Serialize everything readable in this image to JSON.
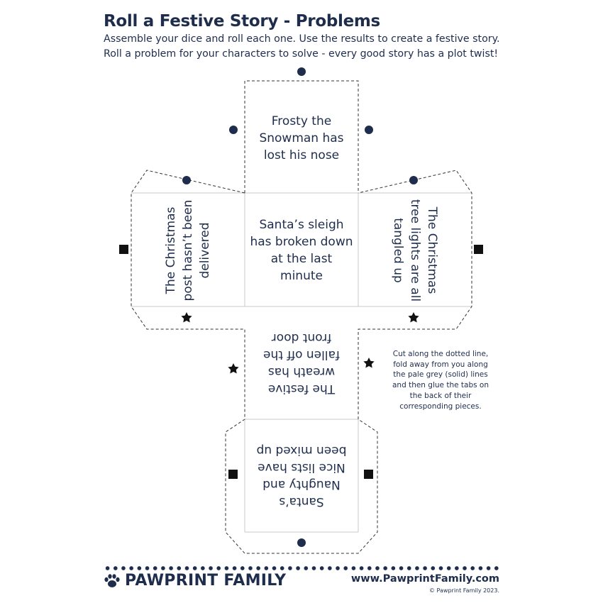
{
  "header": {
    "title": "Roll a Festive Story - Problems",
    "line1": "Assemble your dice and roll each one. Use the results to create a festive story.",
    "line2": "Roll a problem for your characters to solve - every good story has a plot twist!"
  },
  "faces": {
    "top": "Frosty the Snowman has lost his nose",
    "center": "Santa’s sleigh has broken down at the last minute",
    "left": "The Christmas post hasn’t been delivered",
    "right": "The Christmas tree lights are all tangled up",
    "lower": "The festive wreath has fallen off the front door",
    "bottom": "Santa’s Naughty and Nice lists have been mixed up"
  },
  "instructions": "Cut along the dotted line, fold away from you along the pale grey (solid) lines and then glue the tabs on the back of their corresponding pieces.",
  "footer": {
    "brand": "PAWPRINT FAMILY",
    "website": "www.PawprintFamily.com",
    "copyright": "© Pawprint Family 2023."
  },
  "colors": {
    "navy": "#1f2d4d",
    "fold_line": "#c9c9c9",
    "cut_line": "#333333"
  },
  "icons": [
    "circle-marker-icon",
    "square-marker-icon",
    "star-marker-icon",
    "paw-logo-icon"
  ]
}
